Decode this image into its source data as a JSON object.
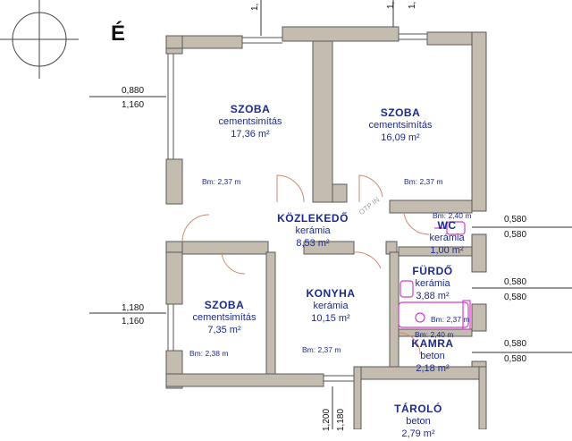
{
  "north_label": "É",
  "rooms": {
    "szoba1": {
      "name": "SZOBA",
      "material": "cementsimítás",
      "area": "17,36 m²",
      "bm": "Bm: 2,37 m"
    },
    "szoba2": {
      "name": "SZOBA",
      "material": "cementsimítás",
      "area": "16,09 m²",
      "bm": "Bm: 2,37 m"
    },
    "kozlekedo": {
      "name": "KÖZLEKEDŐ",
      "material": "kerámia",
      "area": "8,53 m²"
    },
    "wc": {
      "name": "WC",
      "material": "kerámia",
      "area": "1,00 m²",
      "bm": "Bm: 2,40 m"
    },
    "szoba3": {
      "name": "SZOBA",
      "material": "cementsimítás",
      "area": "7,35 m²",
      "bm": "Bm: 2,38 m"
    },
    "konyha": {
      "name": "KONYHA",
      "material": "kerámia",
      "area": "10,15 m²",
      "bm": "Bm: 2,37 m"
    },
    "furdo": {
      "name": "FÜRDŐ",
      "material": "kerámia",
      "area": "3,88 m²",
      "bm": "Bm: 2,37 m"
    },
    "kamra": {
      "name": "KAMRA",
      "material": "beton",
      "area": "2,18 m²",
      "bm": "Bm: 2,40 m"
    },
    "tarolo": {
      "name": "TÁROLÓ",
      "material": "beton",
      "area": "2,79 m²"
    }
  },
  "window_dims": {
    "left_top_upper": "0,880",
    "left_top_lower": "1,160",
    "left_mid_upper": "1,180",
    "left_mid_lower": "1,160",
    "wc_upper": "0,580",
    "wc_lower": "0,580",
    "furdo_upper": "0,580",
    "furdo_lower": "0,580",
    "kamra_upper": "0,580",
    "kamra_lower": "0,580",
    "top_a": "1,",
    "top_b": "1,",
    "top_c": "1,",
    "bottom_a": "1,200",
    "bottom_b": "1,180"
  },
  "watermark": "OTP IN"
}
